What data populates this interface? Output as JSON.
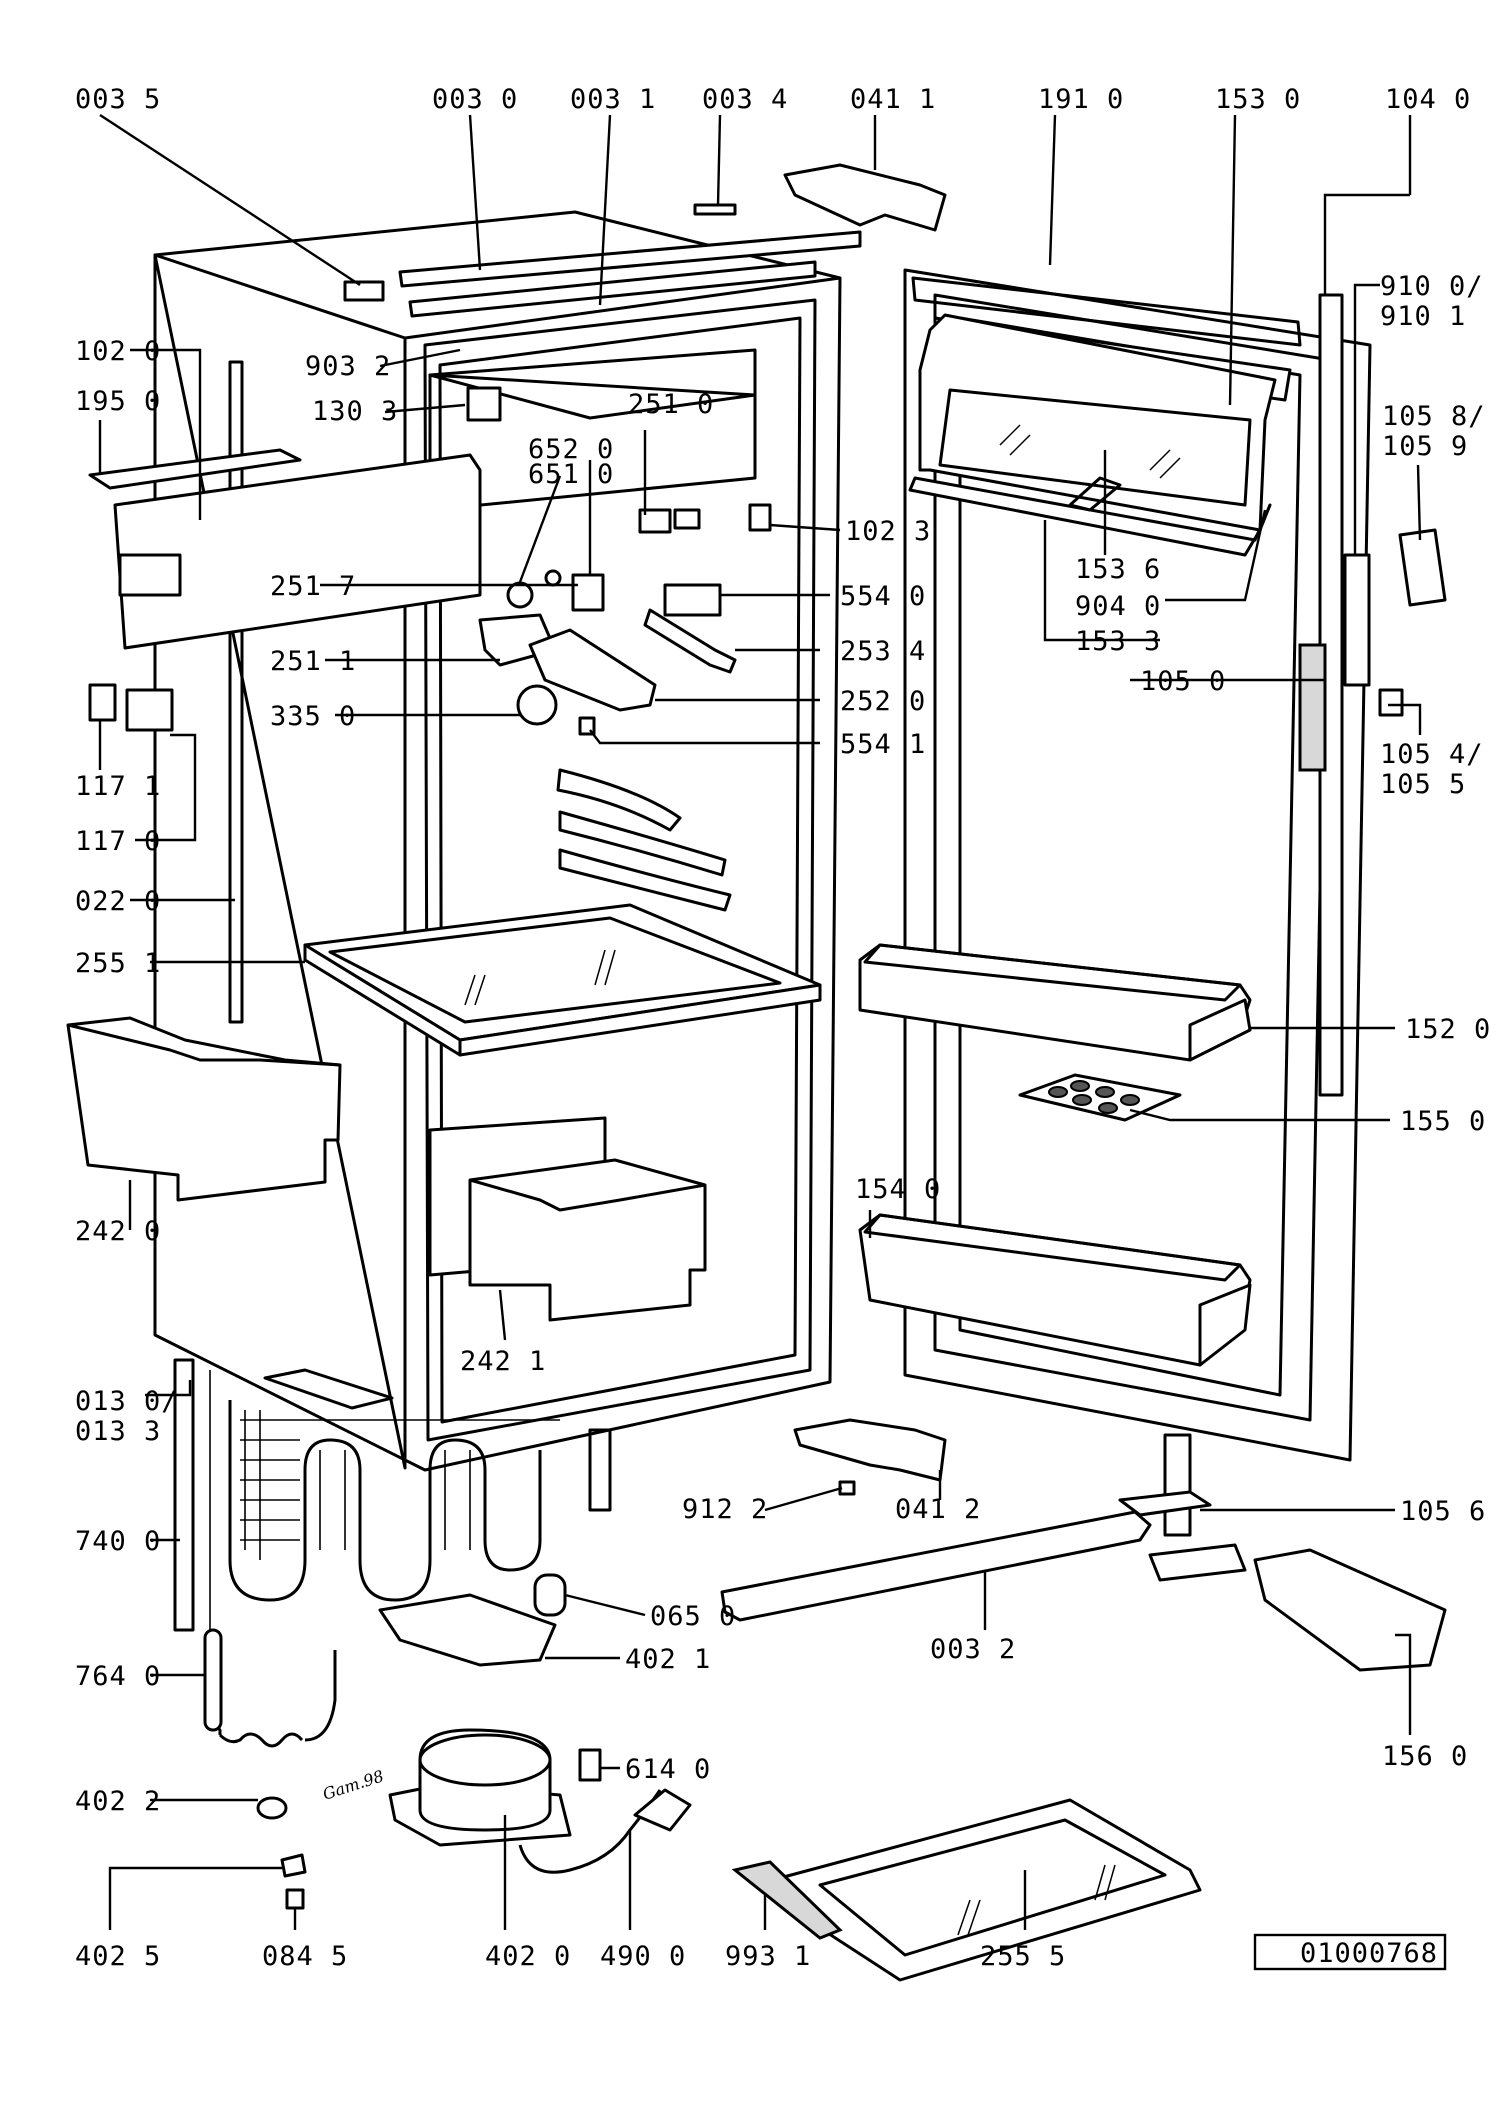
{
  "drawing": {
    "reference": "01000768",
    "signature": "Gam.98",
    "labels": {
      "l0035": "003 5",
      "l0030": "003 0",
      "l0031": "003 1",
      "l0034": "003 4",
      "l0411": "041 1",
      "l1910": "191 0",
      "l1530": "153 0",
      "l1040": "104 0",
      "l9100": "910 0/",
      "l9101": "910 1",
      "l1020": "102 0",
      "l9032": "903 2",
      "l1950": "195 0",
      "l1303": "130 3",
      "l2510": "251 0",
      "l6520": "652 0",
      "l6510": "651 0",
      "l1023": "102 3",
      "l1058": "105 8/",
      "l1059": "105 9",
      "l1536": "153 6",
      "l2517": "251 7",
      "l5540": "554 0",
      "l9040": "904 0",
      "l1533": "153 3",
      "l2511": "251 1",
      "l2534": "253 4",
      "l1050": "105 0",
      "l3350": "335 0",
      "l2520": "252 0",
      "l5541": "554 1",
      "l1054": "105 4/",
      "l1055": "105 5",
      "l1171": "117 1",
      "l1170": "117 0",
      "l0220": "022 0",
      "l2551": "255 1",
      "l1520": "152 0",
      "l1550": "155 0",
      "l1540": "154 0",
      "l2420": "242 0",
      "l2421": "242 1",
      "l0130": "013 0/",
      "l0133": "013 3",
      "l7400": "740 0",
      "l9122": "912 2",
      "l0412": "041 2",
      "l1056": "105 6",
      "l0650": "065 0",
      "l0032": "003 2",
      "l7640": "764 0",
      "l4021": "402 1",
      "l1560": "156 0",
      "l6140": "614 0",
      "l4022": "402 2",
      "l4025": "402 5",
      "l0845": "084 5",
      "l4020": "402 0",
      "l4900": "490 0",
      "l9931": "993 1",
      "l2555": "255 5"
    }
  }
}
